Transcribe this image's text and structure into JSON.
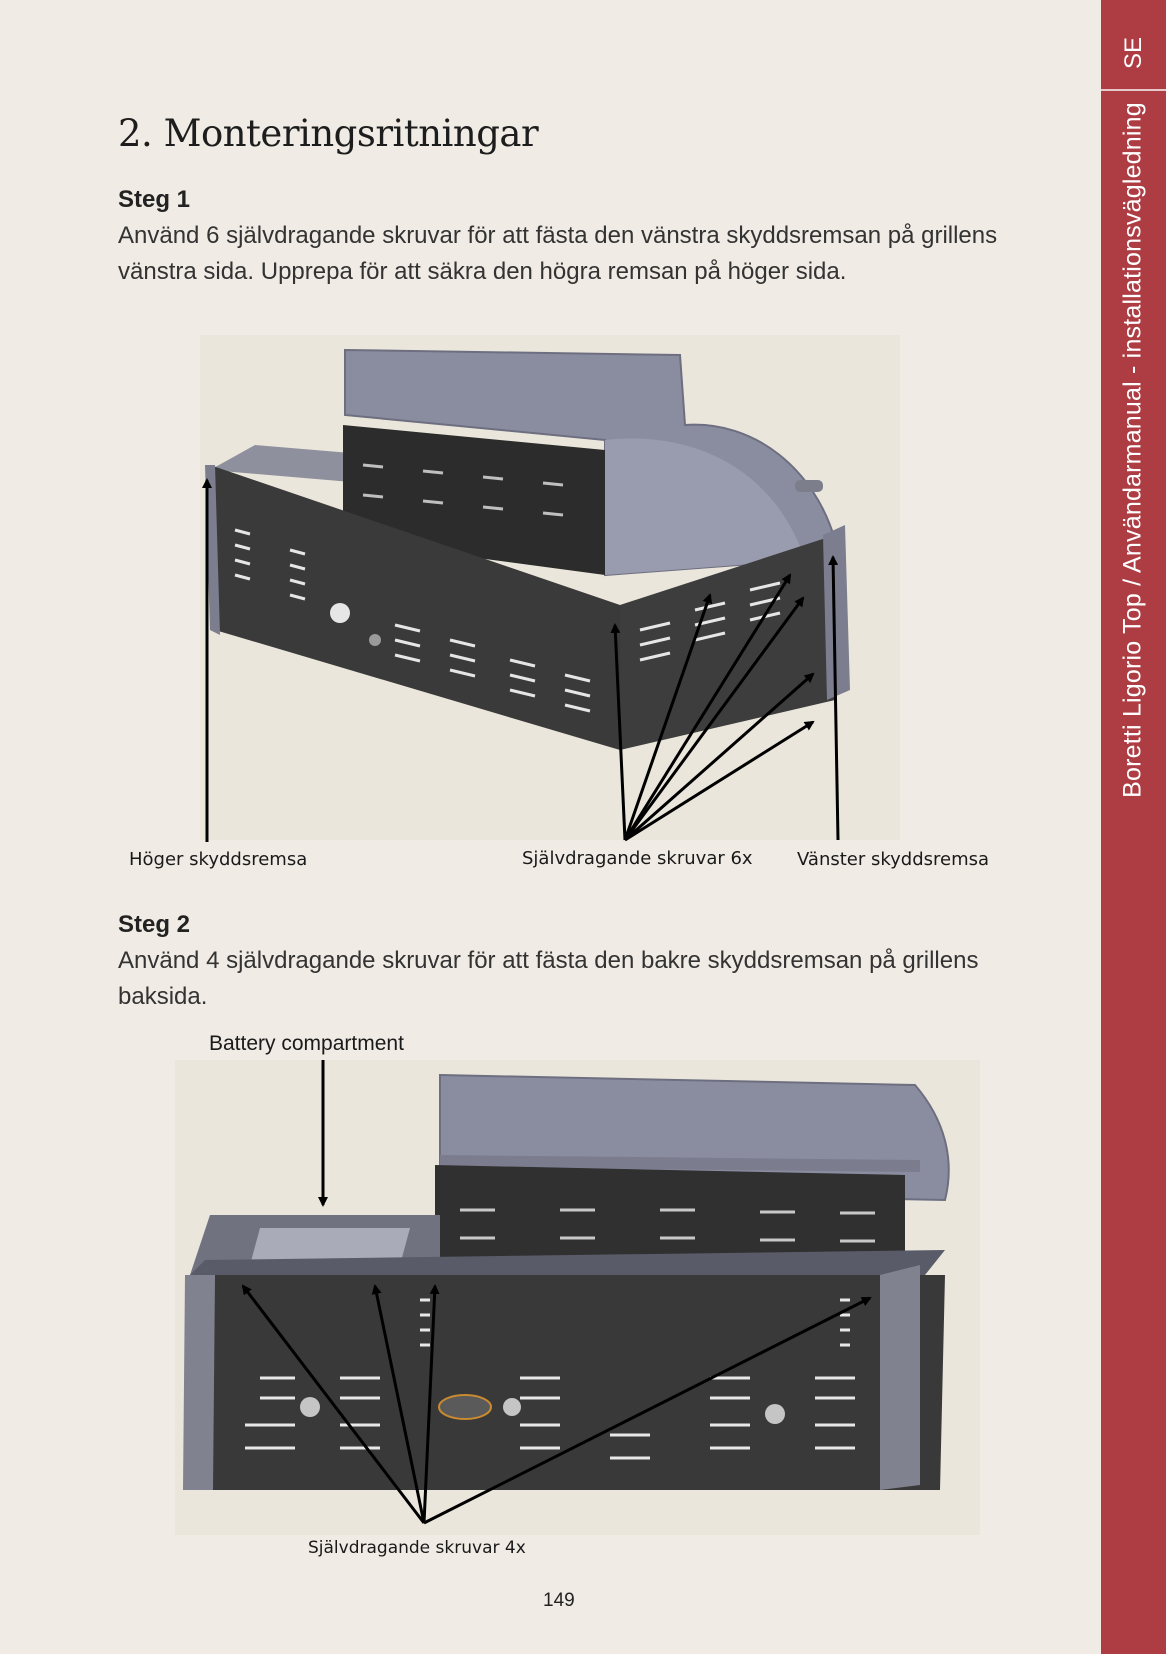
{
  "side_tab": {
    "lang": "SE",
    "title": "Boretti Ligorio Top / Användarmanual - installationsvägledning"
  },
  "page_title": "2. Monteringsritningar",
  "step1": {
    "title": "Steg 1",
    "text": "Använd 6 självdragande skruvar för att fästa den vänstra skyddsremsan på grillens vänstra sida. Upprepa för att säkra den högra remsan på höger sida.",
    "label_right_strip": "Höger skyddsremsa",
    "label_screws": "Självdragande skruvar 6x",
    "label_left_strip": "Vänster skyddsremsa"
  },
  "step2": {
    "title": "Steg 2",
    "text": "Använd 4 självdragande skruvar för att fästa den bakre skyddsremsan på grillens baksida.",
    "label_battery": "Battery compartment",
    "label_screws": "Självdragande skruvar 4x"
  },
  "page_number": "149",
  "colors": {
    "accent": "#ae3c43",
    "page_background": "#f0ebe4"
  }
}
